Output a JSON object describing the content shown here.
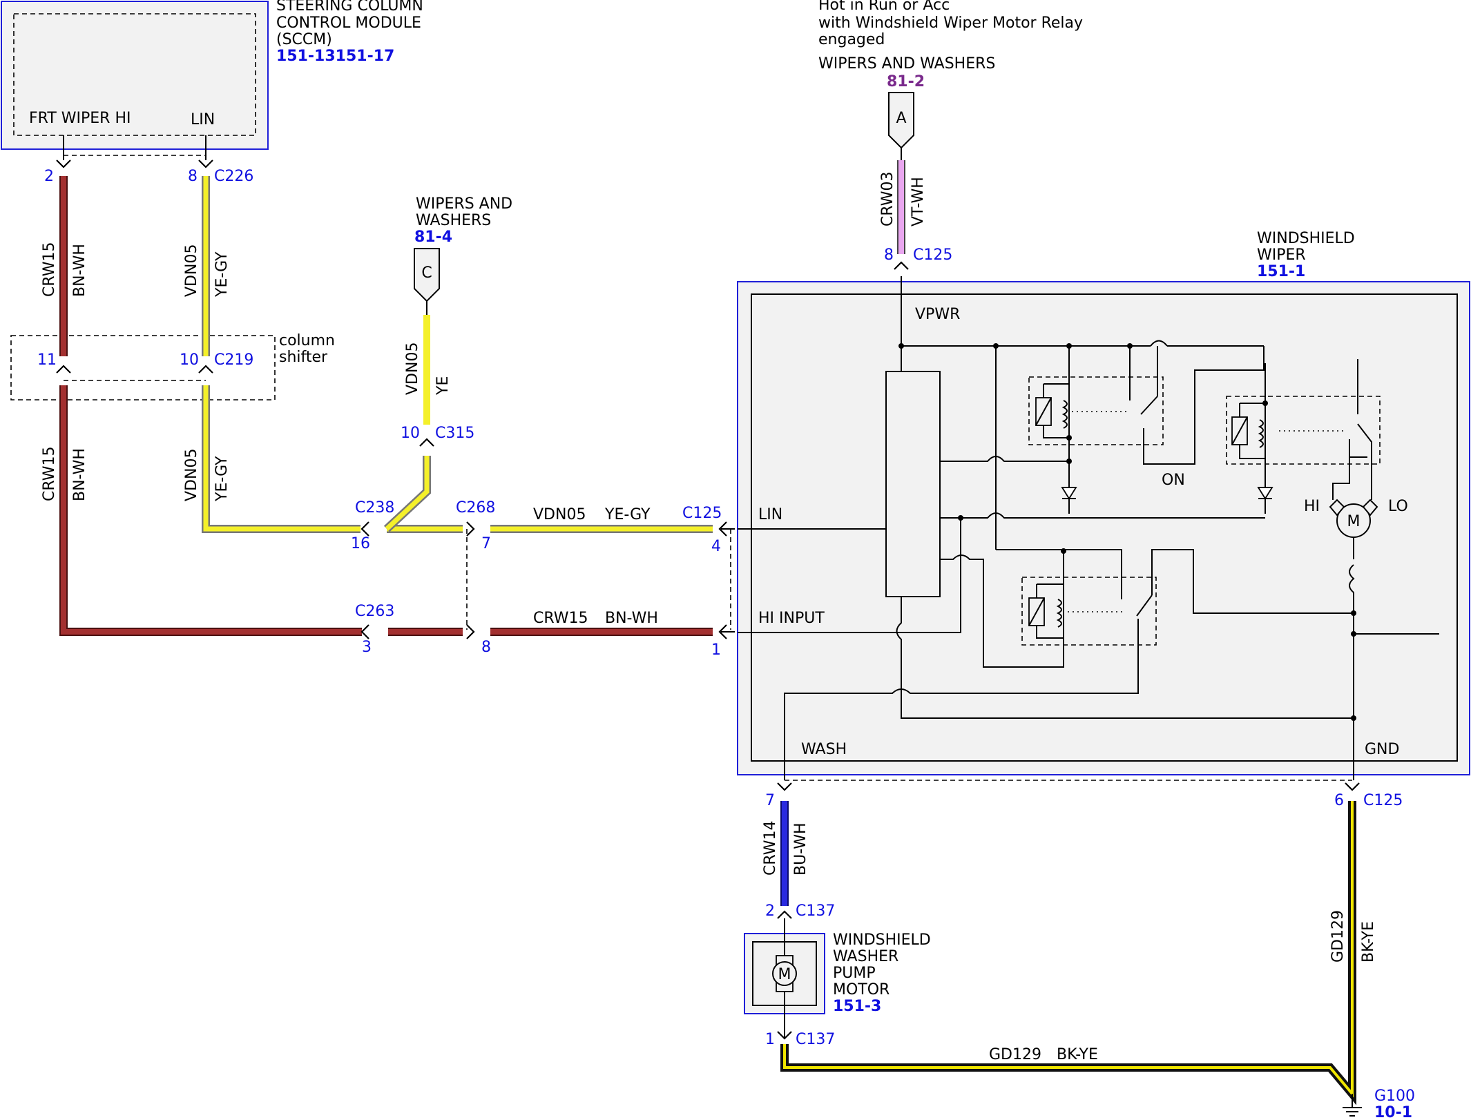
{
  "modules": {
    "sccm": {
      "title": [
        "STEERING COLUMN",
        "CONTROL MODULE",
        "(SCCM)"
      ],
      "ref": "151-13151-17",
      "pin_frt_wiper_hi": "FRT WIPER HI",
      "pin_lin": "LIN"
    },
    "windshield_wiper": {
      "title": [
        "WINDSHIELD",
        "WIPER"
      ],
      "ref": "151-1",
      "vpwr": "VPWR",
      "lin": "LIN",
      "hi_input": "HI INPUT",
      "wash": "WASH",
      "gnd": "GND",
      "on": "ON",
      "hi": "HI",
      "lo": "LO",
      "motor": "M"
    },
    "washer_pump": {
      "title": [
        "WINDSHIELD",
        "WASHER",
        "PUMP",
        "MOTOR"
      ],
      "ref": "151-3",
      "motor": "M"
    }
  },
  "power_source": {
    "note": [
      "Hot in Run or Acc",
      "with Windshield Wiper Motor Relay",
      "engaged"
    ],
    "label": "WIPERS AND WASHERS",
    "ref": "81-2",
    "connector": "A"
  },
  "source_c": {
    "label": [
      "WIPERS AND",
      "WASHERS"
    ],
    "ref": "81-4",
    "connector": "C"
  },
  "column_shifter": [
    "column",
    "shifter"
  ],
  "ground": {
    "name": "G100",
    "ref": "10-1"
  },
  "wires": {
    "crw15": "CRW15",
    "bn_wh": "BN-WH",
    "vdn05": "VDN05",
    "ye_gy": "YE-GY",
    "ye": "YE",
    "crw03": "CRW03",
    "vt_wh": "VT-WH",
    "crw14": "CRW14",
    "bu_wh": "BU-WH",
    "gd129": "GD129",
    "bk_ye": "BK-YE"
  },
  "connectors": {
    "c226": "C226",
    "c219": "C219",
    "c315": "C315",
    "c238": "C238",
    "c268": "C268",
    "c125": "C125",
    "c263": "C263",
    "c137": "C137"
  },
  "pins": {
    "p2": "2",
    "p8": "8",
    "p11": "11",
    "p10": "10",
    "p16": "16",
    "p7": "7",
    "p4": "4",
    "p3": "3",
    "p1": "1",
    "p6": "6"
  },
  "colors": {
    "red_wire": "#9e2b2b",
    "yellow_wire": "#f2ee1c",
    "pink_wire": "#e9a6ef",
    "blue_wire": "#1a1ac8",
    "black_wire": "#111111",
    "module_border": "#1f1fd8",
    "module_fill": "#f2f2f2",
    "connector_text": "#1010e0"
  }
}
